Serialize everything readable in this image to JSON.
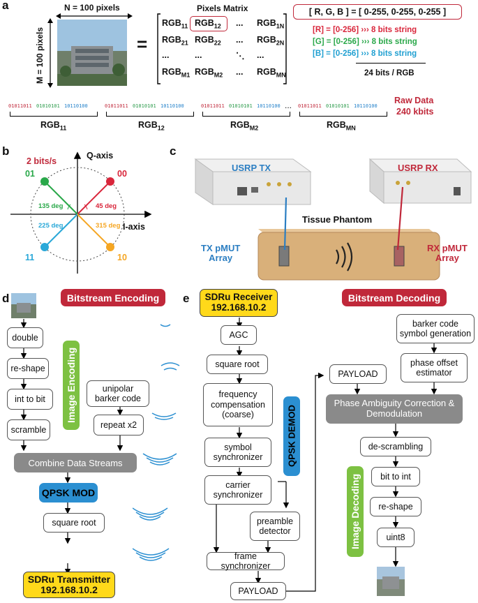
{
  "panels": {
    "a": "a",
    "b": "b",
    "c": "c",
    "d": "d",
    "e": "e"
  },
  "a": {
    "n_label": "N = 100 pixels",
    "m_label": "M = 100 pixels",
    "equals": "=",
    "matrix_title": "Pixels Matrix",
    "matrix_rows": [
      [
        "RGB11",
        "RGB12",
        "...",
        "RGB1N"
      ],
      [
        "RGB21",
        "RGB22",
        "...",
        "RGB2N"
      ],
      [
        "...",
        "...",
        "⋱",
        "..."
      ],
      [
        "RGBM1",
        "RGBM2",
        "...",
        "RGBMN"
      ]
    ],
    "rgb_formula": "[ R, G, B ] = [ 0-255, 0-255, 0-255 ]",
    "r_line": "[R] = [0-256] ››› 8 bits string",
    "g_line": "[G] = [0-256] ››› 8 bits string",
    "b_line": "[B] = [0-256] ››› 8 bits string",
    "bits_per_rgb": "24 bits / RGB",
    "bit_r": "01011011",
    "bit_g": "01010101",
    "bit_b": "10110100",
    "groups": [
      "RGB11",
      "RGB12",
      "RGBM2",
      "RGBMN"
    ],
    "ellipsis": "...",
    "raw_data": "Raw Data",
    "raw_size": "240 kbits"
  },
  "b": {
    "rate": "2 bits/s",
    "q_axis": "Q-axis",
    "i_axis": "I-axis",
    "points": [
      {
        "label": "00",
        "angle": "45 deg",
        "color": "#d9263b"
      },
      {
        "label": "01",
        "angle": "135 deg",
        "color": "#2aa84a"
      },
      {
        "label": "11",
        "angle": "225 deg",
        "color": "#2aa8d8"
      },
      {
        "label": "10",
        "angle": "315 deg",
        "color": "#f5a623"
      }
    ]
  },
  "c": {
    "usrp_tx": "USRP TX",
    "usrp_rx": "USRP RX",
    "tissue": "Tissue Phantom",
    "tx_pmut": "TX pMUT\nArray",
    "rx_pmut": "RX pMUT\nArray"
  },
  "d": {
    "title": "Bitstream Encoding",
    "steps": [
      "double",
      "re-shape",
      "int to bit",
      "scramble"
    ],
    "image_encoding": "Image Encoding",
    "barker": "unipolar barker code",
    "repeat": "repeat x2",
    "combine": "Combine Data Streams",
    "qpsk_mod": "QPSK MOD",
    "sqrt": "square root",
    "transmitter": "SDRu Transmitter\n192.168.10.2"
  },
  "e": {
    "receiver": "SDRu Receiver\n192.168.10.2",
    "agc": "AGC",
    "sqrt": "square root",
    "freq_comp": "frequency compensation (coarse)",
    "symbol_sync": "symbol synchronizer",
    "carrier_sync": "carrier synchronizer",
    "preamble": "preamble detector",
    "frame_sync": "frame synchronizer",
    "payload": "PAYLOAD",
    "qpsk_demod": "QPSK DEMOD",
    "decoding_title": "Bitstream Decoding",
    "barker_gen": "barker code symbol generation",
    "phase_est": "phase offset estimator",
    "payload2": "PAYLOAD",
    "phase_amb": "Phase Ambiguity Correction & Demodulation",
    "descramble": "de-scrambling",
    "bit_to_int": "bit to int",
    "reshape": "re-shape",
    "uint8": "uint8",
    "image_decoding": "Image Decoding"
  }
}
